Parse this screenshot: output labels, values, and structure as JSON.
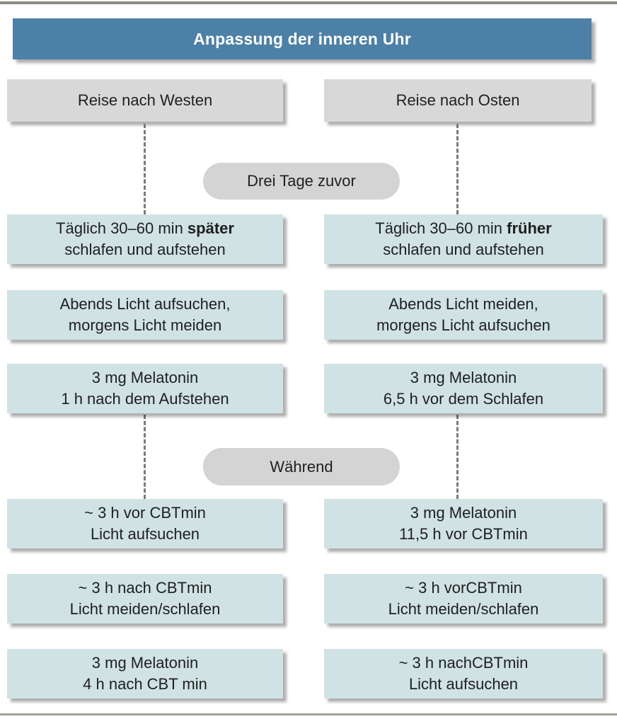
{
  "figure": {
    "title": "Anpassung der inneren Uhr"
  },
  "phases": {
    "before": "Drei Tage zuvor",
    "during": "Während"
  },
  "columns": {
    "west": {
      "label": "Reise nach Westen",
      "boxes": [
        {
          "line1_pre": "Täglich 30–60 min ",
          "line1_bold": "später",
          "line2": "schlafen und aufstehen"
        },
        {
          "line1": "Abends Licht aufsuchen,",
          "line2": "morgens Licht meiden"
        },
        {
          "line1": "3 mg Melatonin",
          "line2": "1 h nach dem Aufstehen"
        },
        {
          "line1": "~ 3 h vor CBTmin",
          "line2": "Licht aufsuchen"
        },
        {
          "line1": "~ 3 h nach CBTmin",
          "line2": "Licht meiden/schlafen"
        },
        {
          "line1": "3 mg Melatonin",
          "line2": "4 h nach CBT min"
        }
      ]
    },
    "east": {
      "label": "Reise nach Osten",
      "boxes": [
        {
          "line1_pre": "Täglich 30–60 min ",
          "line1_bold": "früher",
          "line2": "schlafen und aufstehen"
        },
        {
          "line1": "Abends Licht meiden,",
          "line2": "morgens Licht aufsuchen"
        },
        {
          "line1": "3 mg Melatonin",
          "line2": "6,5 h vor dem Schlafen"
        },
        {
          "line1": "3 mg Melatonin",
          "line2": "11,5 h vor CBTmin"
        },
        {
          "line1": "~ 3 h vorCBTmin",
          "line2": "Licht meiden/schlafen"
        },
        {
          "line1": "~ 3 h nachCBTmin",
          "line2": "Licht aufsuchen"
        }
      ]
    }
  },
  "colors": {
    "header-bg": "#4c80a6",
    "header-text": "#ffffff",
    "gray-box-bg": "#d8d8d8",
    "pill-bg": "#d4d4d4",
    "info-box-bg": "#d0e2e4",
    "text": "#1f1f1f",
    "connector": "#7b7b7b",
    "rule-top": "#8c8c82",
    "rule-bottom": "#a3a299"
  }
}
